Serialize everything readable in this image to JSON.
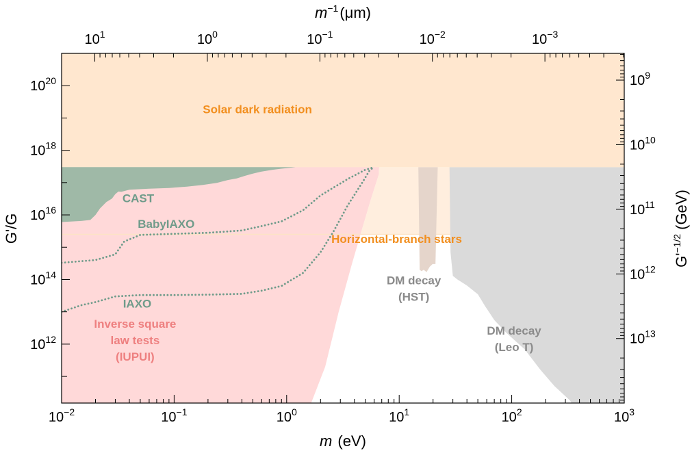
{
  "chart_data": {
    "type": "area",
    "title": "",
    "xlabel": {
      "italic": "m",
      "rest": "(eV)"
    },
    "ylabel": "G'/G",
    "x2label": {
      "base": "m",
      "sup": "−1",
      "rest": "(μm)"
    },
    "y2label": {
      "base": "G'",
      "sup": "−1/2",
      "rest": "(GeV)"
    },
    "xscale": "log",
    "yscale": "log",
    "xlim": [
      0.01,
      1000
    ],
    "ylim": [
      15000000000.0,
      1e+21
    ],
    "grid": false,
    "x_major_ticks": [
      {
        "value": 0.01,
        "base": "10",
        "exp": "−2"
      },
      {
        "value": 0.1,
        "base": "10",
        "exp": "−1"
      },
      {
        "value": 1,
        "base": "10",
        "exp": "0"
      },
      {
        "value": 10,
        "base": "10",
        "exp": "1"
      },
      {
        "value": 100,
        "base": "10",
        "exp": "2"
      },
      {
        "value": 1000,
        "base": "10",
        "exp": "3"
      }
    ],
    "y_major_ticks": [
      {
        "value": 1000000000000.0,
        "base": "10",
        "exp": "12"
      },
      {
        "value": 100000000000000.0,
        "base": "10",
        "exp": "14"
      },
      {
        "value": 1e+16,
        "base": "10",
        "exp": "16"
      },
      {
        "value": 1e+18,
        "base": "10",
        "exp": "18"
      },
      {
        "value": 1e+20,
        "base": "10",
        "exp": "20"
      }
    ],
    "x2_major_ticks": [
      {
        "value_um": 10,
        "base": "10",
        "exp": "1"
      },
      {
        "value_um": 1,
        "base": "10",
        "exp": "0"
      },
      {
        "value_um": 0.1,
        "base": "10",
        "exp": "−1"
      },
      {
        "value_um": 0.01,
        "base": "10",
        "exp": "−2"
      },
      {
        "value_um": 0.001,
        "base": "10",
        "exp": "−3"
      }
    ],
    "y2_major_ticks": [
      {
        "value_gev": 1000000000.0,
        "base": "10",
        "exp": "9"
      },
      {
        "value_gev": 10000000000.0,
        "base": "10",
        "exp": "10"
      },
      {
        "value_gev": 100000000000.0,
        "base": "10",
        "exp": "11"
      },
      {
        "value_gev": 1000000000000.0,
        "base": "10",
        "exp": "12"
      },
      {
        "value_gev": 10000000000000.0,
        "base": "10",
        "exp": "13"
      }
    ],
    "regions": [
      {
        "id": "inverse-square",
        "label_lines": [
          "Inverse square",
          "law tests",
          "(IUPUI)"
        ],
        "label_at": {
          "x": 0.045,
          "y": 1000000000000.0
        },
        "label_color": "#ee8080",
        "fill": "#ffd9d9",
        "boundary": [
          [
            1.65,
            15000000000.0
          ],
          [
            2.2,
            200000000000.0
          ],
          [
            2.9,
            10000000000000.0
          ],
          [
            3.8,
            300000000000000.0
          ],
          [
            4.6,
            3000000000000000.0
          ],
          [
            5.6,
            3e+16
          ],
          [
            6.6,
            1.8e+17
          ],
          [
            7.3,
            1e+21
          ]
        ]
      },
      {
        "id": "horizontal-branch",
        "label": "Horizontal-branch stars",
        "label_at": {
          "x": 9.5,
          "y": 1350000000000000.0
        },
        "label_color": "#f28f1f",
        "fill": "#ffeede",
        "ymax": 2500000000000000.0
      },
      {
        "id": "solar-dark-radiation",
        "label": "Solar dark radiation",
        "label_at": {
          "x": 0.55,
          "y": 1.4e+19
        },
        "label_color": "#f28f1f",
        "fill": "#ffe7cf",
        "ymin": 3e+17
      },
      {
        "id": "cast",
        "label": "CAST",
        "label_at": {
          "x": 0.048,
          "y": 2.5e+16
        },
        "label_color": "#6f9b8a",
        "fill": "#9fb9a7",
        "boundary": [
          [
            0.01,
            6000000000000000.0
          ],
          [
            0.015,
            6500000000000000.0
          ],
          [
            0.018,
            7000000000000000.0
          ],
          [
            0.02,
            1e+16
          ],
          [
            0.022,
            1.6e+16
          ],
          [
            0.025,
            2.5e+16
          ],
          [
            0.028,
            3.2e+16
          ],
          [
            0.03,
            4.4e+16
          ],
          [
            0.032,
            5.3e+16
          ],
          [
            0.034,
            5.2e+16
          ],
          [
            0.04,
            6e+16
          ],
          [
            0.06,
            6.5e+16
          ],
          [
            0.09,
            6.8e+16
          ],
          [
            0.13,
            7.5e+16
          ],
          [
            0.18,
            8.5e+16
          ],
          [
            0.24,
            9.8e+16
          ],
          [
            0.3,
            1.2e+17
          ],
          [
            0.36,
            1.35e+17
          ],
          [
            0.42,
            1.6e+17
          ],
          [
            0.5,
            1.9e+17
          ],
          [
            0.6,
            2.2e+17
          ],
          [
            0.75,
            2.5e+17
          ],
          [
            0.9,
            2.7e+17
          ],
          [
            1.1,
            2.9e+17
          ],
          [
            1.2,
            3e+17
          ]
        ]
      },
      {
        "id": "dm-decay-hst",
        "label_lines": [
          "DM decay",
          "(HST)"
        ],
        "label_at": {
          "x": 13.5,
          "y": 40000000000000.0
        },
        "label_color": "#8a8a8a",
        "fill": "#e5d5cb",
        "boundary": [
          [
            14.8,
            3e+17
          ],
          [
            15.2,
            200000000000000.0
          ],
          [
            15.8,
            180000000000000.0
          ],
          [
            16.5,
            200000000000000.0
          ],
          [
            17.5,
            170000000000000.0
          ],
          [
            18.7,
            250000000000000.0
          ],
          [
            19.8,
            300000000000000.0
          ],
          [
            21,
            300000000000000.0
          ],
          [
            22,
            3e+17
          ]
        ]
      },
      {
        "id": "dm-decay-leo-t",
        "label_lines": [
          "DM decay",
          "(Leo T)"
        ],
        "label_at": {
          "x": 105,
          "y": 1100000000000.0
        },
        "label_color": "#8a8a8a",
        "fill": "#dadada",
        "boundary": [
          [
            28,
            3e+17
          ],
          [
            28.6,
            700000000000000.0
          ],
          [
            30,
            130000000000000.0
          ],
          [
            33,
            100000000000000.0
          ],
          [
            40,
            65000000000000.0
          ],
          [
            50,
            35000000000000.0
          ],
          [
            58,
            15000000000000.0
          ],
          [
            70,
            5600000000000.0
          ],
          [
            90,
            2200000000000.0
          ],
          [
            130,
            700000000000.0
          ],
          [
            180,
            160000000000.0
          ],
          [
            240,
            50000000000.0
          ],
          [
            330,
            18000000000.0
          ],
          [
            340,
            15000000000.0
          ]
        ]
      }
    ],
    "projections": [
      {
        "id": "babyiaxo",
        "label": "BabyIAXO",
        "label_at": {
          "x": 0.085,
          "y": 4000000000000000.0
        },
        "label_color": "#6f9b8a",
        "color": "#6f9b8a",
        "style": "dotted",
        "points": [
          [
            0.01,
            330000000000000.0
          ],
          [
            0.02,
            400000000000000.0
          ],
          [
            0.03,
            600000000000000.0
          ],
          [
            0.036,
            1500000000000000.0
          ],
          [
            0.05,
            2400000000000000.0
          ],
          [
            0.1,
            2600000000000000.0
          ],
          [
            0.2,
            2800000000000000.0
          ],
          [
            0.4,
            3300000000000000.0
          ],
          [
            0.6,
            4500000000000000.0
          ],
          [
            0.9,
            6300000000000000.0
          ],
          [
            1.4,
            1.4e+16
          ],
          [
            2,
            4e+16
          ],
          [
            3.5,
            1.3e+17
          ],
          [
            5,
            2.5e+17
          ],
          [
            6,
            3e+17
          ]
        ]
      },
      {
        "id": "iaxo",
        "label": "IAXO",
        "label_at": {
          "x": 0.047,
          "y": 13500000000000.0
        },
        "label_color": "#6f9b8a",
        "color": "#6f9b8a",
        "style": "dotted",
        "points": [
          [
            0.01,
            10000000000000.0
          ],
          [
            0.015,
            16000000000000.0
          ],
          [
            0.02,
            20000000000000.0
          ],
          [
            0.03,
            30000000000000.0
          ],
          [
            0.05,
            33000000000000.0
          ],
          [
            0.1,
            33000000000000.0
          ],
          [
            0.2,
            34000000000000.0
          ],
          [
            0.4,
            36000000000000.0
          ],
          [
            0.6,
            45000000000000.0
          ],
          [
            0.9,
            63000000000000.0
          ],
          [
            1.4,
            160000000000000.0
          ],
          [
            2,
            700000000000000.0
          ],
          [
            2.6,
            3000000000000000.0
          ],
          [
            3.5,
            2e+16
          ],
          [
            4.7,
            1e+17
          ],
          [
            5.5,
            2.5e+17
          ],
          [
            6,
            3e+17
          ]
        ]
      }
    ],
    "colors": {
      "axes": "#000000",
      "background": "#ffffff"
    }
  }
}
